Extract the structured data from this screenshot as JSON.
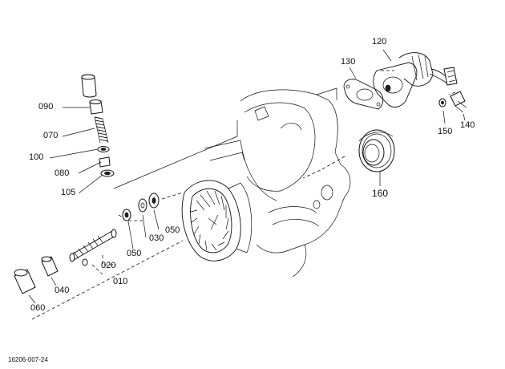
{
  "diagram": {
    "drawing_code": "16206-007-24",
    "labels": {
      "p090": "090",
      "p070": "070",
      "p100": "100",
      "p080": "080",
      "p105": "105",
      "p030": "030",
      "p050a": "050",
      "p050b": "050",
      "p020": "020",
      "p010": "010",
      "p040": "040",
      "p060": "060",
      "p120": "120",
      "p130": "130",
      "p140": "140",
      "p150": "150",
      "p160": "160"
    }
  }
}
